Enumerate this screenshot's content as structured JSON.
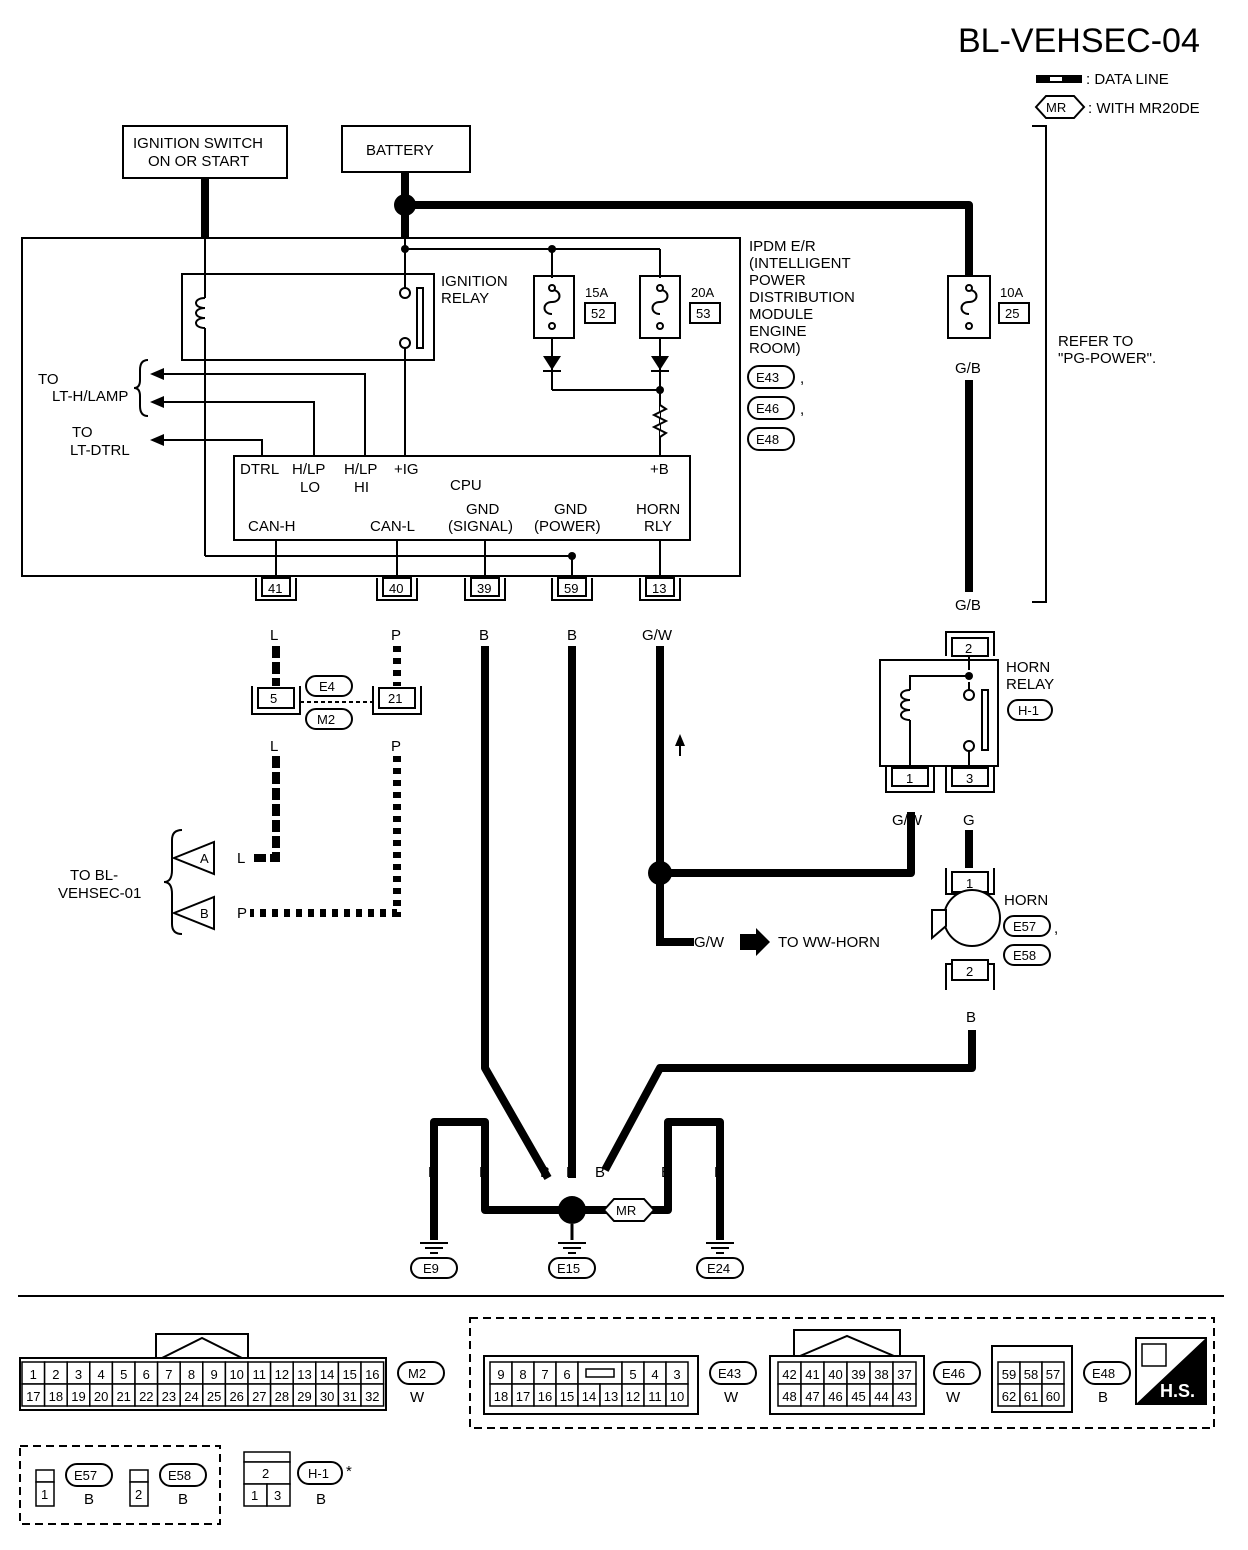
{
  "title": "BL-VEHSEC-04",
  "legend": {
    "data_line": ": DATA LINE",
    "mr": ": WITH MR20DE",
    "mr_badge": "MR"
  },
  "sources": {
    "ignition": [
      "IGNITION SWITCH",
      "ON OR START"
    ],
    "battery": "BATTERY"
  },
  "ipdm": {
    "name": [
      "IPDM E/R",
      "(INTELLIGENT",
      "POWER",
      "DISTRIBUTION",
      "MODULE",
      "ENGINE",
      "ROOM)"
    ],
    "connectors": [
      "E43",
      "E46",
      "E48"
    ],
    "ignition_relay": [
      "IGNITION",
      "RELAY"
    ],
    "fuse1": {
      "amp": "15A",
      "no": "52"
    },
    "fuse2": {
      "amp": "20A",
      "no": "53"
    },
    "cpu": "CPU",
    "pins_top": {
      "dtrl": "DTRL",
      "hlp_lo": [
        "H/LP",
        "LO"
      ],
      "hlp_hi": [
        "H/LP",
        "HI"
      ],
      "ig": "+IG",
      "b": "+B"
    },
    "pins_bottom": {
      "canh": "CAN-H",
      "canl": "CAN-L",
      "gnd_signal": [
        "GND",
        "(SIGNAL)"
      ],
      "gnd_power": [
        "GND",
        "(POWER)"
      ],
      "horn_rly": [
        "HORN",
        "RLY"
      ]
    },
    "terminals": [
      "41",
      "40",
      "39",
      "59",
      "13"
    ]
  },
  "outputs": {
    "lt_hlamp": [
      "TO",
      "LT-H/LAMP"
    ],
    "lt_dtrl": [
      "TO",
      "LT-DTRL"
    ]
  },
  "fuse3": {
    "amp": "10A",
    "no": "25"
  },
  "refer": [
    "REFER TO",
    "\"PG-POWER\"."
  ],
  "wire_colors": {
    "l": "L",
    "p": "P",
    "b": "B",
    "gw": "G/W",
    "gb": "G/B",
    "g": "G"
  },
  "joint": {
    "pin_l": "5",
    "pin_p": "21",
    "conn1": "E4",
    "conn2": "M2"
  },
  "to_bl": {
    "label": [
      "TO BL-",
      "VEHSEC-01"
    ],
    "a": "A",
    "b": "B"
  },
  "horn_relay": {
    "label": [
      "HORN",
      "RELAY"
    ],
    "conn": "H-1",
    "pin_top": "2",
    "pin1": "1",
    "pin3": "3"
  },
  "horn": {
    "label": "HORN",
    "conn1": "E57",
    "conn2": "E58",
    "pin1": "1",
    "pin2": "2"
  },
  "to_ww_horn": "TO WW-HORN",
  "grounds": [
    "E9",
    "E15",
    "E24"
  ],
  "bottom_connectors": {
    "m2": {
      "name": "M2",
      "color": "W",
      "row1": [
        "1",
        "2",
        "3",
        "4",
        "5",
        "6",
        "7",
        "8",
        "9",
        "10",
        "11",
        "12",
        "13",
        "14",
        "15",
        "16"
      ],
      "row2": [
        "17",
        "18",
        "19",
        "20",
        "21",
        "22",
        "23",
        "24",
        "25",
        "26",
        "27",
        "28",
        "29",
        "30",
        "31",
        "32"
      ]
    },
    "e43": {
      "name": "E43",
      "color": "W",
      "row1": [
        "9",
        "8",
        "7",
        "6",
        "",
        "5",
        "4",
        "3"
      ],
      "row2": [
        "18",
        "17",
        "16",
        "15",
        "14",
        "13",
        "12",
        "11",
        "10"
      ]
    },
    "e46": {
      "name": "E46",
      "color": "W",
      "row1": [
        "42",
        "41",
        "40",
        "39",
        "38",
        "37"
      ],
      "row2": [
        "48",
        "47",
        "46",
        "45",
        "44",
        "43"
      ]
    },
    "e48": {
      "name": "E48",
      "color": "B",
      "row1": [
        "59",
        "58",
        "57"
      ],
      "row2": [
        "62",
        "61",
        "60"
      ]
    },
    "hs": "H.S.",
    "e57": {
      "name": "E57",
      "color": "B",
      "pin": "1"
    },
    "e58": {
      "name": "E58",
      "color": "B",
      "pin": "2"
    },
    "h1": {
      "name": "H-1",
      "color": "B",
      "top": "2",
      "bottom": [
        "1",
        "3"
      ],
      "mark": "*"
    }
  }
}
